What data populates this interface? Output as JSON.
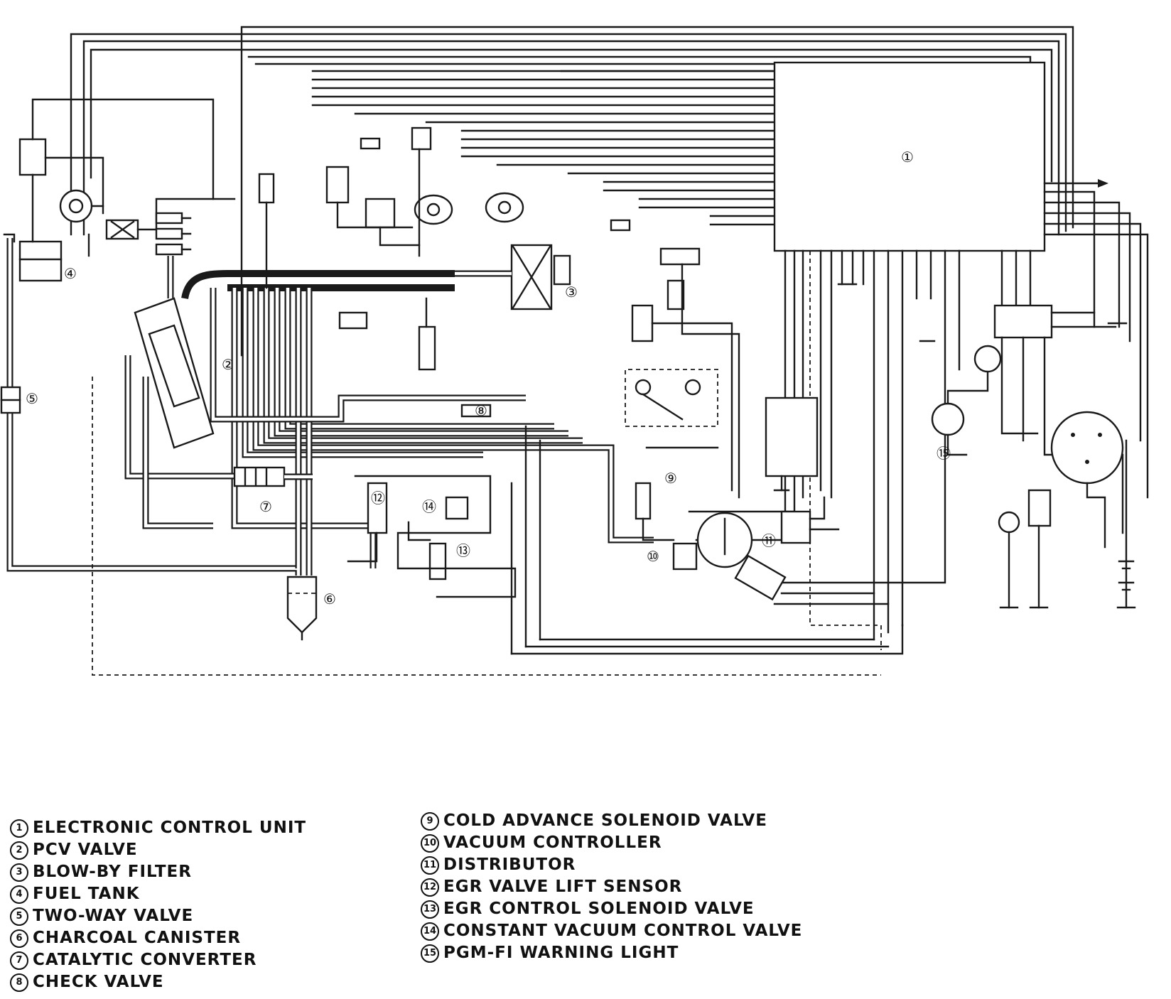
{
  "diagram": {
    "callouts": [
      {
        "id": "ecu",
        "text": "①"
      },
      {
        "id": "pcv",
        "text": "②"
      },
      {
        "id": "blowby",
        "text": "③"
      },
      {
        "id": "fueltank",
        "text": "④"
      },
      {
        "id": "twoway",
        "text": "⑤"
      },
      {
        "id": "canister",
        "text": "⑥"
      },
      {
        "id": "catalytic",
        "text": "⑦"
      },
      {
        "id": "check",
        "text": "⑧"
      },
      {
        "id": "coldadv",
        "text": "⑨"
      },
      {
        "id": "vacctrl",
        "text": "⑩"
      },
      {
        "id": "distributor",
        "text": "⑪"
      },
      {
        "id": "egrlift",
        "text": "⑫"
      },
      {
        "id": "egrsol",
        "text": "⑬"
      },
      {
        "id": "constvac",
        "text": "⑭"
      },
      {
        "id": "pgmfi",
        "text": "⑮"
      }
    ]
  },
  "legend": {
    "left": [
      {
        "num": "1",
        "label": "ELECTRONIC CONTROL UNIT"
      },
      {
        "num": "2",
        "label": "PCV VALVE"
      },
      {
        "num": "3",
        "label": "BLOW-BY FILTER"
      },
      {
        "num": "4",
        "label": "FUEL TANK"
      },
      {
        "num": "5",
        "label": "TWO-WAY VALVE"
      },
      {
        "num": "6",
        "label": "CHARCOAL CANISTER"
      },
      {
        "num": "7",
        "label": "CATALYTIC CONVERTER"
      },
      {
        "num": "8",
        "label": "CHECK VALVE"
      }
    ],
    "right": [
      {
        "num": "9",
        "label": "COLD ADVANCE SOLENOID VALVE"
      },
      {
        "num": "10",
        "label": "VACUUM CONTROLLER"
      },
      {
        "num": "11",
        "label": "DISTRIBUTOR"
      },
      {
        "num": "12",
        "label": "EGR VALVE LIFT SENSOR"
      },
      {
        "num": "13",
        "label": "EGR CONTROL SOLENOID VALVE"
      },
      {
        "num": "14",
        "label": "CONSTANT VACUUM CONTROL VALVE"
      },
      {
        "num": "15",
        "label": "PGM-FI WARNING LIGHT"
      }
    ]
  }
}
